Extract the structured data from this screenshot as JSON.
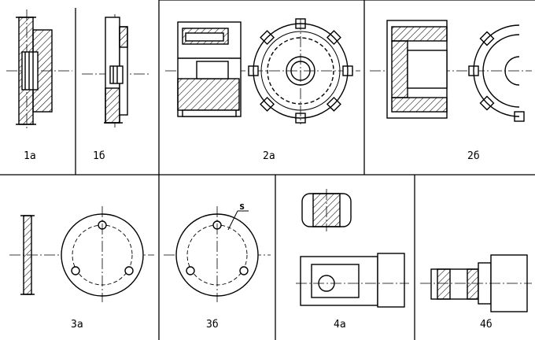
{
  "panels": [
    {
      "id": "1a",
      "label": "1а"
    },
    {
      "id": "1b",
      "label": "1б"
    },
    {
      "id": "2a",
      "label": "2а"
    },
    {
      "id": "2b",
      "label": "2б"
    },
    {
      "id": "3a",
      "label": "3а"
    },
    {
      "id": "3b",
      "label": "3б"
    },
    {
      "id": "4a",
      "label": "4а"
    },
    {
      "id": "4b",
      "label": "4б"
    }
  ],
  "annotations": {
    "roughness_mark": "s"
  },
  "colors": {
    "line": "#000000",
    "background": "#ffffff"
  }
}
